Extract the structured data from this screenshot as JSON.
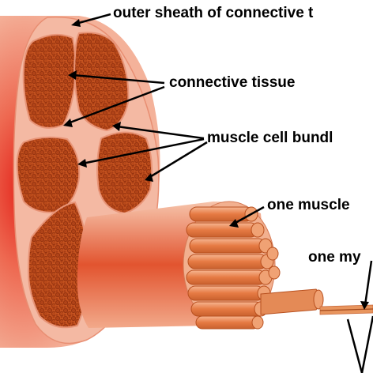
{
  "labels": {
    "outer_sheath": "outer sheath of connective t",
    "connective_tissue": "connective tissue",
    "muscle_cell_bundles": "muscle cell bundl",
    "one_muscle_cell": "one muscle",
    "one_myofibril": "one my"
  },
  "colors": {
    "muscle_outer": "#f2a98e",
    "muscle_core_red": "#e8271c",
    "sheath_face": "#f4b9a3",
    "bundle_fill": "#c4521f",
    "bundle_texture": "#9a3210",
    "fiber_fill": "#e8844f",
    "fiber_edge": "#b8501f",
    "leader_line": "#000000"
  },
  "icons": {
    "pointer": "arrowhead"
  }
}
